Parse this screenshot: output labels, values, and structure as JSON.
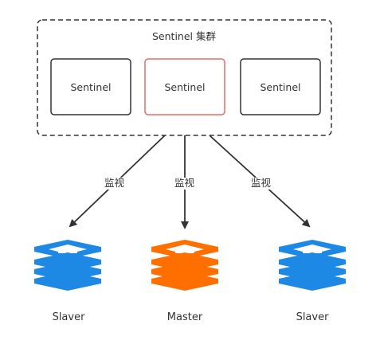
{
  "cluster": {
    "title": "Sentinel 集群",
    "sentinels": [
      {
        "label": "Sentinel"
      },
      {
        "label": "Sentinel"
      },
      {
        "label": "Sentinel"
      }
    ]
  },
  "edges": [
    {
      "label": "监视"
    },
    {
      "label": "监视"
    },
    {
      "label": "监视"
    }
  ],
  "nodes": [
    {
      "label": "Slaver"
    },
    {
      "label": "Master"
    },
    {
      "label": "Slaver"
    }
  ],
  "colors": {
    "sentinel_border": "#333333",
    "sentinel_highlight_border": "#ea6b66",
    "slave_icon": "#1e88e5",
    "master_icon": "#ff6f00",
    "arrow": "#333333"
  }
}
